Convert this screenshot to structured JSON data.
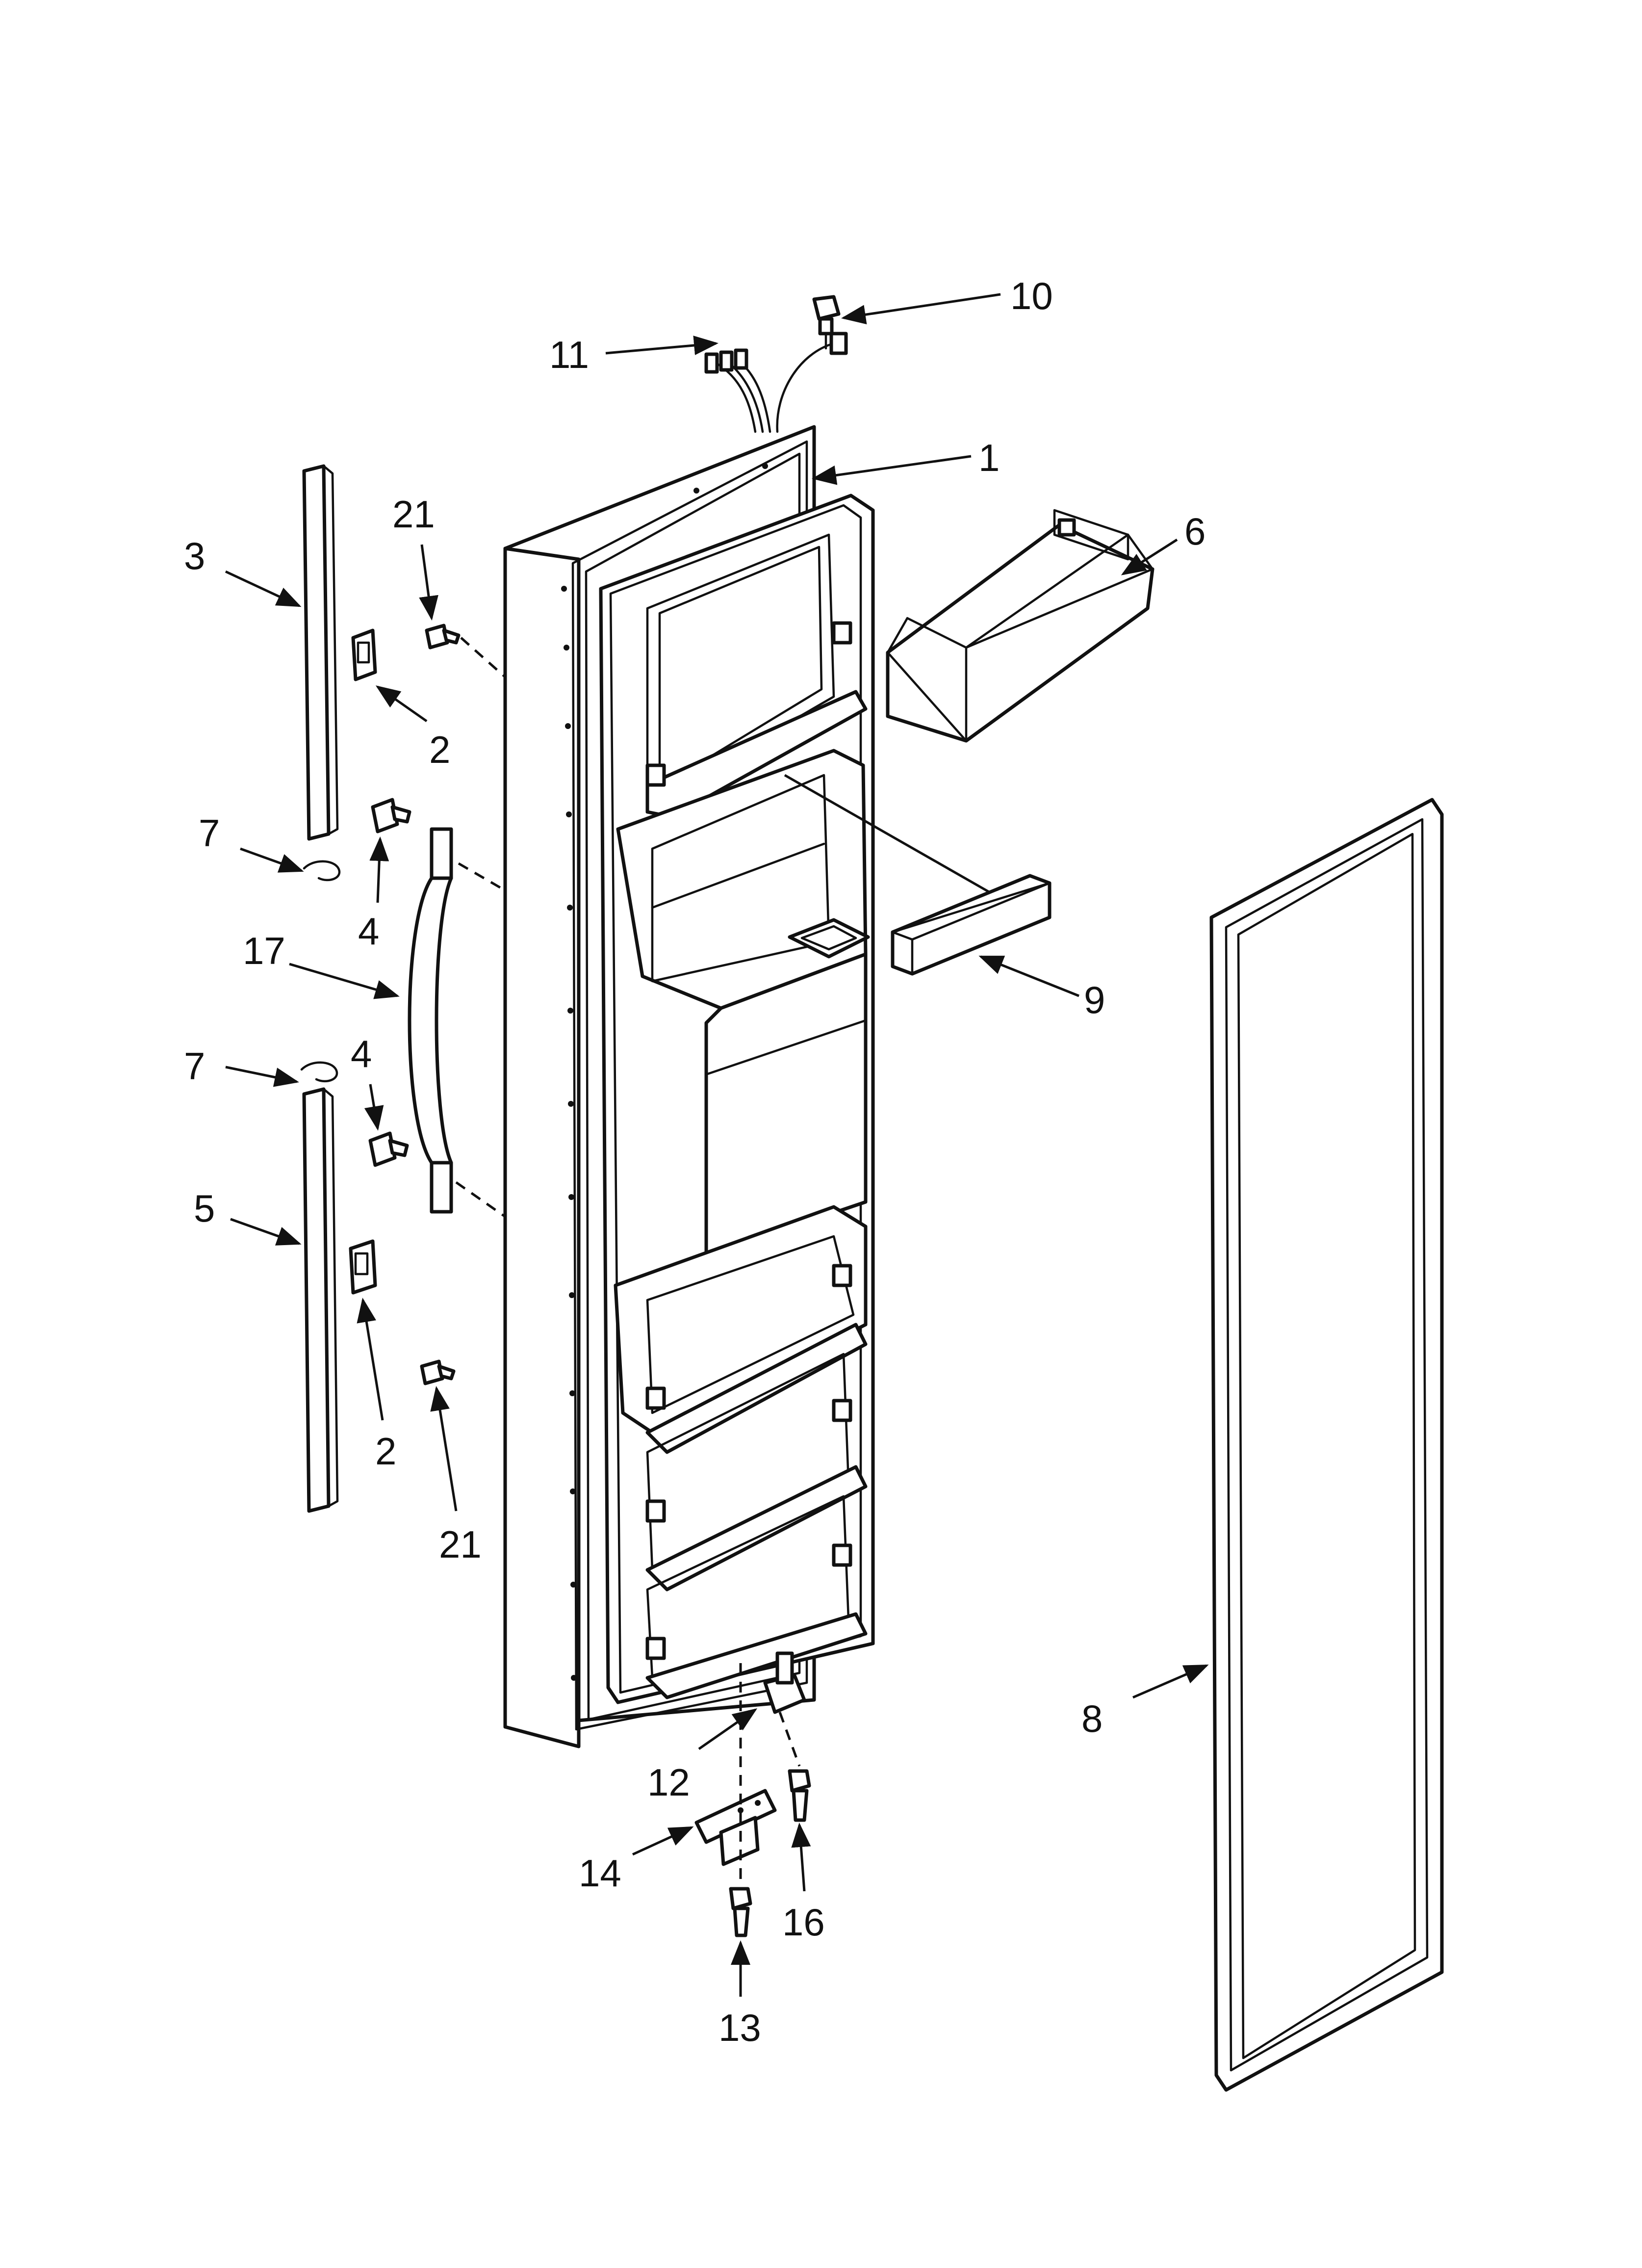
{
  "diagram": {
    "colors": {
      "line": "#111111",
      "background": "#ffffff"
    },
    "callouts": [
      {
        "id": "c10",
        "label": "10",
        "part": "screw-10"
      },
      {
        "id": "c11",
        "label": "11",
        "part": "wire-harness-11"
      },
      {
        "id": "c1",
        "label": "1",
        "part": "door-liner-1"
      },
      {
        "id": "c6",
        "label": "6",
        "part": "dairy-bin-6"
      },
      {
        "id": "c21a",
        "label": "21",
        "part": "screw-21"
      },
      {
        "id": "c3",
        "label": "3",
        "part": "trim-3"
      },
      {
        "id": "c2a",
        "label": "2",
        "part": "clip-2"
      },
      {
        "id": "c7a",
        "label": "7",
        "part": "spring-clip-7"
      },
      {
        "id": "c4a",
        "label": "4",
        "part": "handle-screw-4"
      },
      {
        "id": "c17",
        "label": "17",
        "part": "handle-17"
      },
      {
        "id": "c9",
        "label": "9",
        "part": "shelf-retainer-9"
      },
      {
        "id": "c4b",
        "label": "4",
        "part": "handle-screw-4"
      },
      {
        "id": "c7b",
        "label": "7",
        "part": "spring-clip-7"
      },
      {
        "id": "c5",
        "label": "5",
        "part": "trim-5"
      },
      {
        "id": "c2b",
        "label": "2",
        "part": "clip-2"
      },
      {
        "id": "c21b",
        "label": "21",
        "part": "screw-21"
      },
      {
        "id": "c8",
        "label": "8",
        "part": "door-gasket-8"
      },
      {
        "id": "c12",
        "label": "12",
        "part": "hinge-pin-12"
      },
      {
        "id": "c14",
        "label": "14",
        "part": "hinge-bracket-14"
      },
      {
        "id": "c16",
        "label": "16",
        "part": "screw-16"
      },
      {
        "id": "c13",
        "label": "13",
        "part": "screw-13"
      }
    ]
  }
}
